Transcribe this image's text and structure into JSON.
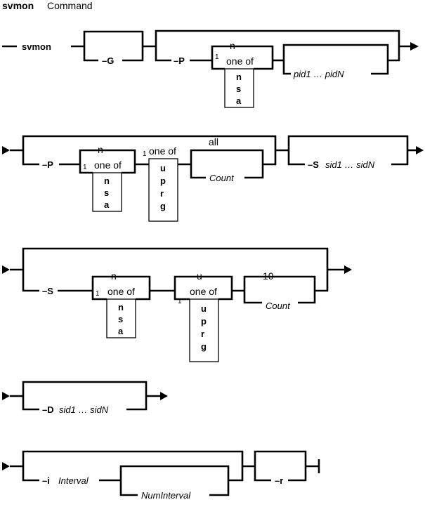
{
  "title": {
    "command": "svmon",
    "suffix": "Command"
  },
  "rows": [
    {
      "start": "svmon",
      "opt_G": "–G",
      "opt_P": "–P",
      "repeat": "1",
      "default_letter": "n",
      "one_of": "one of",
      "choices": [
        "n",
        "s",
        "a"
      ],
      "pids": "pid1 … pidN"
    },
    {
      "opt_P": "–P",
      "repeat1": "1",
      "default1": "n",
      "one_of1": "one of",
      "choices1": [
        "n",
        "s",
        "a"
      ],
      "repeat2": "1",
      "one_of2": "one of",
      "choices2": [
        "u",
        "p",
        "r",
        "g"
      ],
      "default3": "all",
      "count": "Count",
      "opt_S": "–S",
      "sids": "sid1 … sidN"
    },
    {
      "opt_S": "–S",
      "repeat1": "1",
      "default1": "n",
      "one_of1": "one of",
      "choices1": [
        "n",
        "s",
        "a"
      ],
      "repeat2": "1",
      "default2": "u",
      "one_of2": "one of",
      "choices2": [
        "u",
        "p",
        "r",
        "g"
      ],
      "default3": "10",
      "count": "Count"
    },
    {
      "opt_D": "–D",
      "sids": "sid1 … sidN"
    },
    {
      "opt_i": "–i",
      "interval": "Interval",
      "num_interval": "NumInterval",
      "opt_r": "–r"
    }
  ]
}
